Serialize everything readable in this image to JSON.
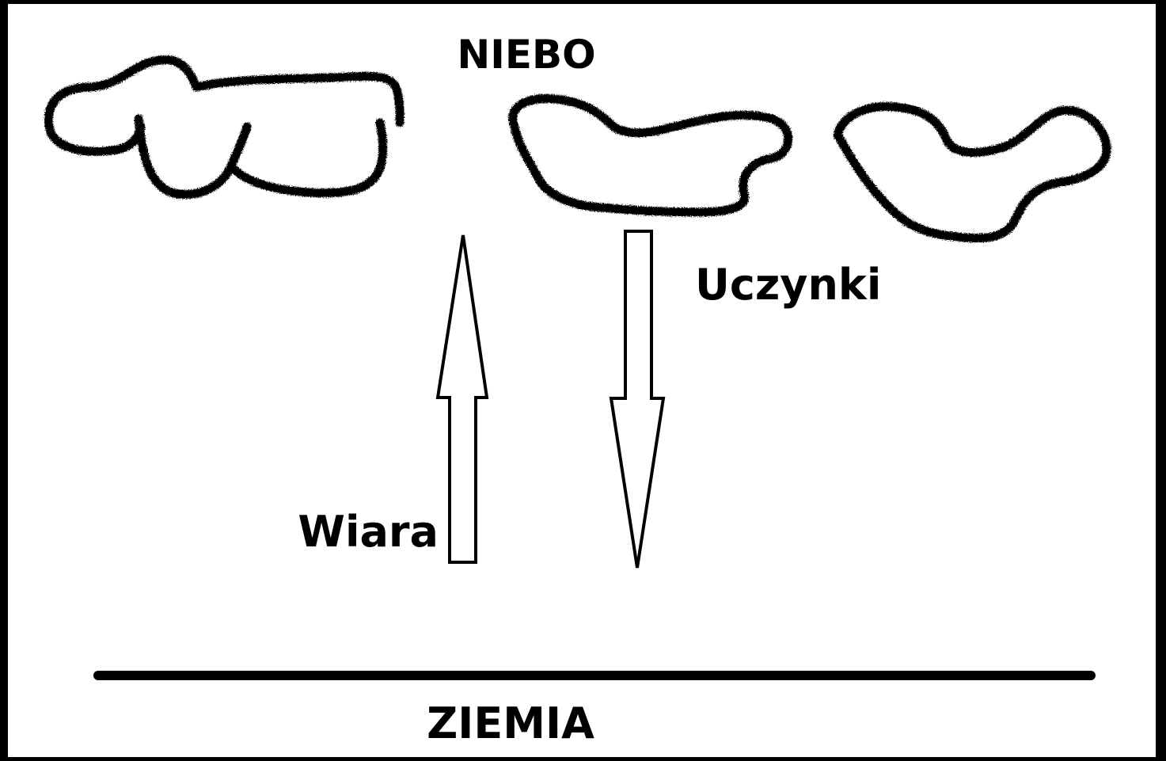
{
  "labels": {
    "sky": "NIEBO",
    "earth": "ZIEMIA",
    "faith": "Wiara",
    "deeds": "Uczynki"
  },
  "colors": {
    "frame": "#000000",
    "background": "#ffffff",
    "ink": "#000000"
  },
  "arrows": [
    {
      "name": "faith-arrow",
      "direction": "up"
    },
    {
      "name": "deeds-arrow",
      "direction": "down"
    }
  ],
  "clouds": [
    {
      "name": "cloud-left"
    },
    {
      "name": "cloud-middle"
    },
    {
      "name": "cloud-right"
    }
  ]
}
